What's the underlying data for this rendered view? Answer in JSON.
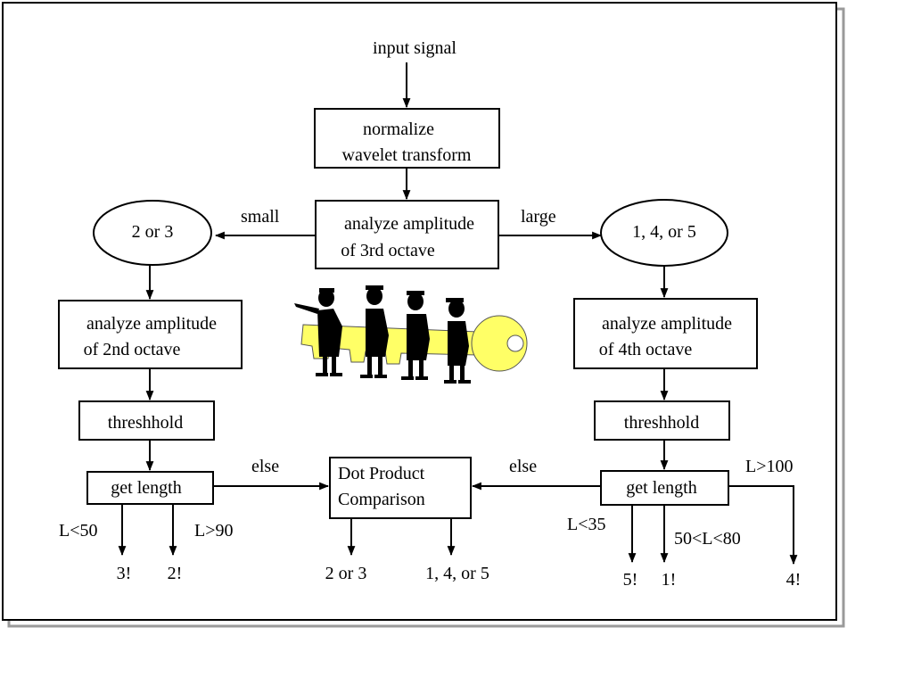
{
  "nodes": {
    "input_signal": "input signal",
    "normalize": [
      "normalize",
      "wavelet transform"
    ],
    "analyze_3rd": [
      "analyze amplitude",
      "of 3rd octave"
    ],
    "left_ellipse": "2 or 3",
    "right_ellipse": "1, 4, or 5",
    "analyze_2nd": [
      "analyze amplitude",
      "of 2nd octave"
    ],
    "analyze_4th": [
      "analyze amplitude",
      "of 4th octave"
    ],
    "threshold_left": "threshhold",
    "threshold_right": "threshhold",
    "get_length_left": "get length",
    "get_length_right": "get length",
    "dot_product": [
      "Dot Product",
      "Comparison"
    ]
  },
  "edge_labels": {
    "small": "small",
    "large": "large",
    "else_left": "else",
    "else_right": "else",
    "l_lt_50": "L<50",
    "l_gt_90": "L>90",
    "l_lt_35": "L<35",
    "l_between": "50<L<80",
    "l_gt_100": "L>100"
  },
  "outputs": {
    "left_3": "3!",
    "left_2": "2!",
    "dot_a": "2 or 3",
    "dot_b": "1, 4, or 5",
    "right_5": "5!",
    "right_1": "1!",
    "right_4": "4!"
  },
  "colors": {
    "key": "#ffff66",
    "figure": "#000000"
  },
  "illustration": "people-carrying-key-clipart"
}
